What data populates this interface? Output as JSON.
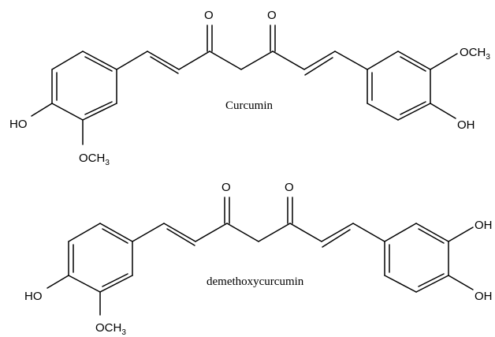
{
  "molecules": [
    {
      "name": "Curcumin",
      "labels": {
        "o1": "O",
        "o2": "O",
        "left_oh": "HO",
        "left_och3_base": "OCH",
        "left_och3_sub": "3",
        "right_och3_base": "OCH",
        "right_och3_sub": "3",
        "right_oh": "OH"
      }
    },
    {
      "name": "demethoxycurcumin",
      "labels": {
        "o1": "O",
        "o2": "O",
        "left_oh": "HO",
        "left_och3_base": "OCH",
        "left_och3_sub": "3",
        "right_oh_top": "OH",
        "right_oh_bottom": "OH"
      }
    }
  ],
  "colors": {
    "ink": "#000000",
    "background": "#ffffff"
  }
}
